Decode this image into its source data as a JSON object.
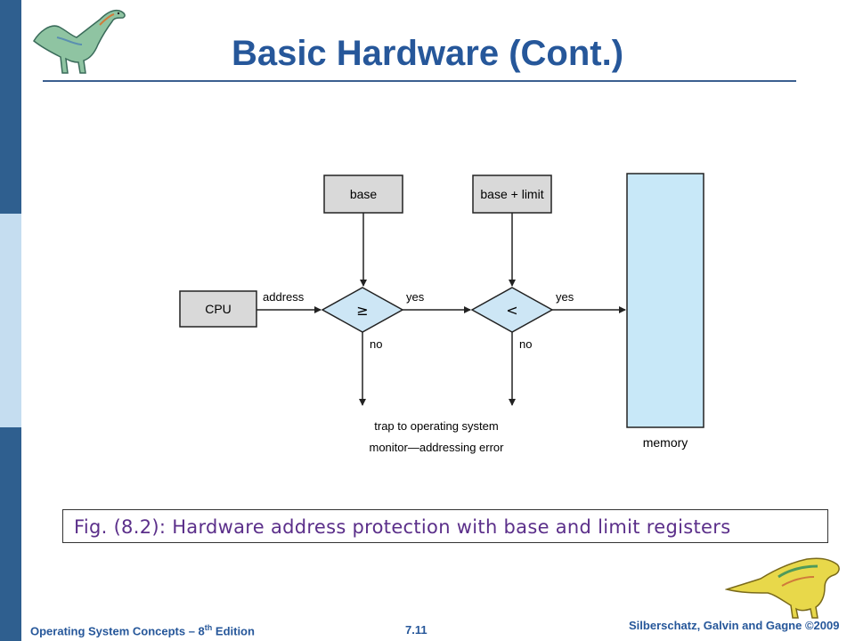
{
  "slide": {
    "title": "Basic Hardware (Cont.)"
  },
  "diagram": {
    "cpu_label": "CPU",
    "base_label": "base",
    "base_limit_label": "base + limit",
    "address_label": "address",
    "compare1_symbol": "≥",
    "compare2_symbol": "<",
    "yes1_label": "yes",
    "yes2_label": "yes",
    "no1_label": "no",
    "no2_label": "no",
    "trap_line1": "trap to operating system",
    "trap_line2": "monitor—addressing error",
    "memory_label": "memory"
  },
  "caption": {
    "text": "Fig. (8.2): Hardware address protection with base and limit registers"
  },
  "footer": {
    "book": "Operating System Concepts – 8",
    "book_sup": "th",
    "book_suffix": " Edition",
    "page": "7.11",
    "authors": "Silberschatz, Galvin and Gagne ©2009"
  },
  "colors": {
    "title": "#26579a",
    "sidebar_dark": "#2f5f8f",
    "sidebar_light": "#c5ddf0",
    "box_fill": "#d9d9d9",
    "diamond_fill": "#cde6f5",
    "memory_fill": "#c8e8f8",
    "caption_text": "#5b2f8a"
  }
}
